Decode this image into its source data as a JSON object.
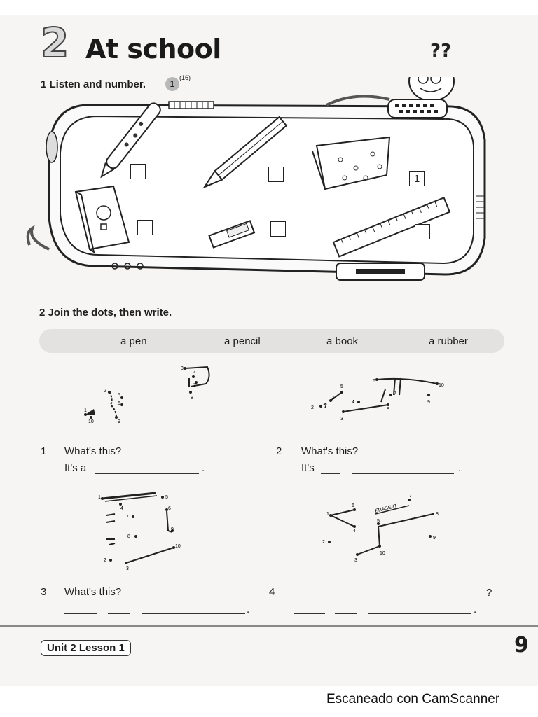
{
  "header": {
    "unit_number": "2",
    "title": "At school"
  },
  "exercise1": {
    "instruction": "1  Listen and number.",
    "audio_badge": "1",
    "audio_track": "(16)",
    "boxes": [
      {
        "item": "pen",
        "value": ""
      },
      {
        "item": "pencil",
        "value": ""
      },
      {
        "item": "pencil case",
        "value": "1"
      },
      {
        "item": "book",
        "value": ""
      },
      {
        "item": "rubber",
        "value": ""
      },
      {
        "item": "ruler",
        "value": ""
      }
    ]
  },
  "exercise2": {
    "instruction": "2  Join the dots, then write.",
    "word_bank": [
      "a pen",
      "a pencil",
      "a book",
      "a rubber"
    ],
    "questions": [
      {
        "num": "1",
        "line1": "What's this?",
        "line2": "It's a",
        "end": "."
      },
      {
        "num": "2",
        "line1": "What's this?",
        "line2": "It's",
        "end": "."
      },
      {
        "num": "3",
        "line1": "What's this?",
        "end": "."
      },
      {
        "num": "4",
        "end1": "?",
        "end2": "."
      }
    ],
    "dot_labels": {
      "pencil": [
        "1",
        "2",
        "3",
        "4",
        "5",
        "6",
        "7",
        "8",
        "9",
        "10"
      ],
      "pen": [
        "1",
        "2",
        "3",
        "4",
        "5",
        "6",
        "7",
        "8",
        "9",
        "10"
      ],
      "book": [
        "1",
        "2",
        "3",
        "4",
        "5",
        "6",
        "7",
        "8",
        "9",
        "10"
      ],
      "rubber": [
        "1",
        "2",
        "3",
        "4",
        "5",
        "6",
        "7",
        "8",
        "9",
        "10"
      ],
      "rubber_brand": "ERASE-IT"
    }
  },
  "footer": {
    "lesson_label": "Unit 2  Lesson 1",
    "page_number": "9"
  },
  "watermark": "Escaneado con CamScanner"
}
